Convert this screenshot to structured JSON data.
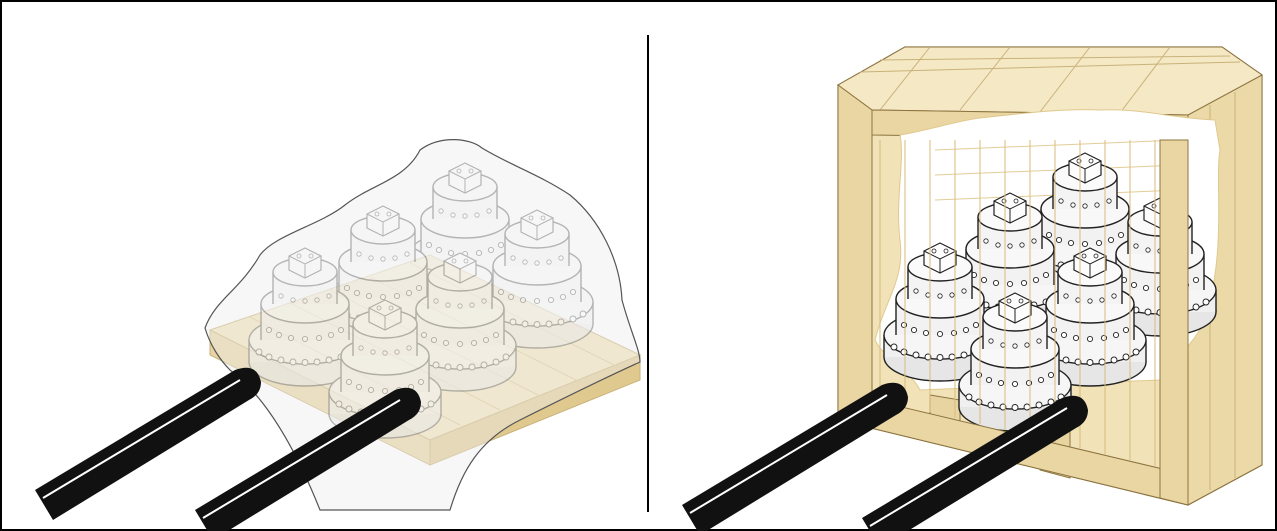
{
  "figure": {
    "panels": [
      {
        "id": "shrink-wrapped-pallet",
        "units": 6,
        "units_visible_front": 6
      },
      {
        "id": "crated-pallet",
        "units": 6
      }
    ],
    "colors": {
      "frame": "#000000",
      "wood": "#f2e2b8",
      "wood_edge": "#e0c98f",
      "wrap": "#eeeeee",
      "metal_light": "#f4f4f4",
      "metal_dark": "#d9d9d9",
      "fork": "#111111",
      "crate_interior_lining": "#ffffff"
    },
    "icons": [
      "pallet-icon",
      "gear-motor-icon",
      "forklift-fork-icon",
      "wooden-crate-icon",
      "shrink-wrap-icon"
    ]
  }
}
